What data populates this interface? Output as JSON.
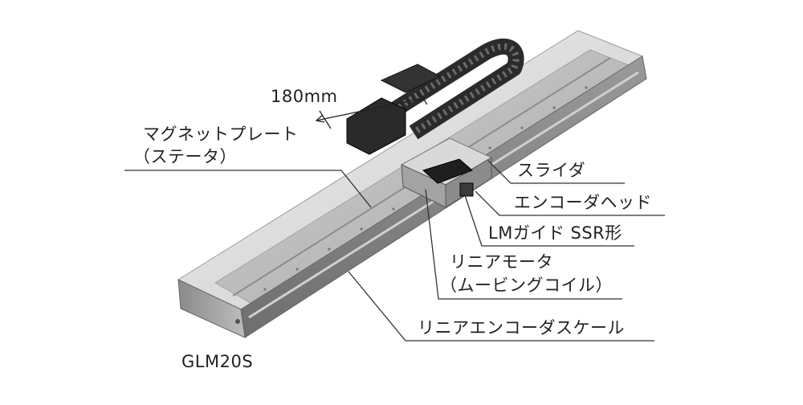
{
  "labels": {
    "dimension": "180mm",
    "magnet_plate_1": "マグネットプレート",
    "magnet_plate_2": "（ステータ）",
    "slider": "スライダ",
    "encoder_head": "エンコーダヘッド",
    "lm_guide": "LMガイド SSR形",
    "linear_motor_1": "リニアモータ",
    "linear_motor_2": "（ムービングコイル）",
    "linear_encoder_scale": "リニアエンコーダスケール",
    "model": "GLM20S"
  },
  "colors": {
    "frame_light": "#e6e6e6",
    "frame_mid": "#bfbfbf",
    "frame_dark": "#7a7a7a",
    "cable_chain": "#2b2b2b",
    "leader_line": "#333333"
  }
}
